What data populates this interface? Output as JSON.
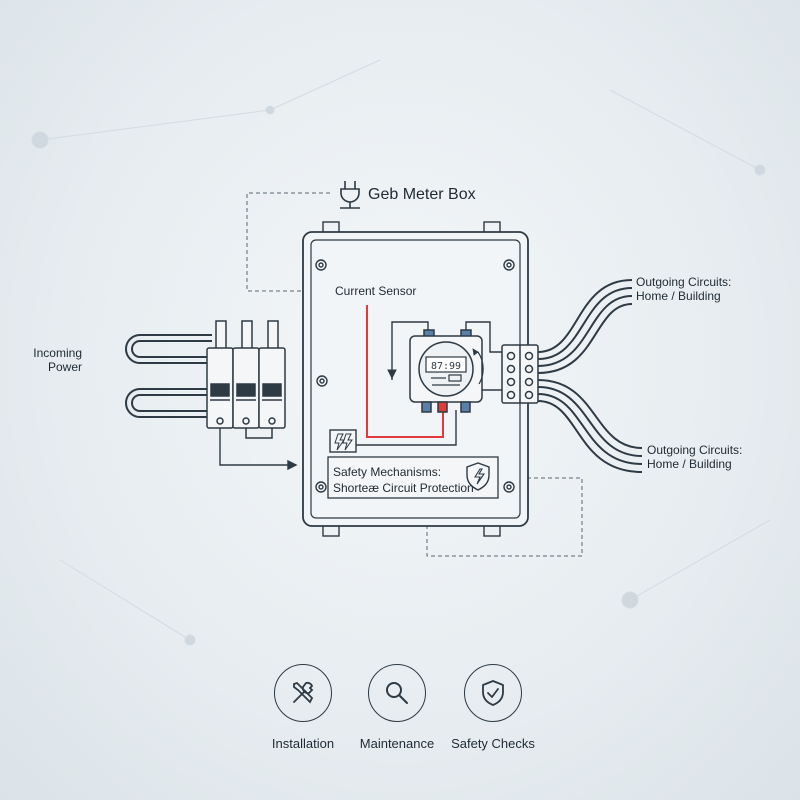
{
  "title": "Geb Meter Box",
  "labels": {
    "incoming_line1": "Incoming",
    "incoming_line2": "Power",
    "current_sensor": "Current Sensor",
    "meter_display": "87:99",
    "outgoing_top_line1": "Outgoing Circuits:",
    "outgoing_top_line2": "Home / Building",
    "outgoing_bottom_line1": "Outgoing Circuits:",
    "outgoing_bottom_line2": "Home / Building",
    "safety_line1": "Safety Mechanisms:",
    "safety_line2": "Shorteæ Circuit Protection"
  },
  "footer": [
    {
      "label": "Installation",
      "icon": "tools-icon"
    },
    {
      "label": "Maintenance",
      "icon": "magnifier-icon"
    },
    {
      "label": "Safety Checks",
      "icon": "shield-check-icon"
    }
  ],
  "colors": {
    "line": "#2e3a44",
    "sensor_wire": "#e03a3a",
    "accent_blue": "#5a7fa8",
    "background": "#e9eef2"
  }
}
